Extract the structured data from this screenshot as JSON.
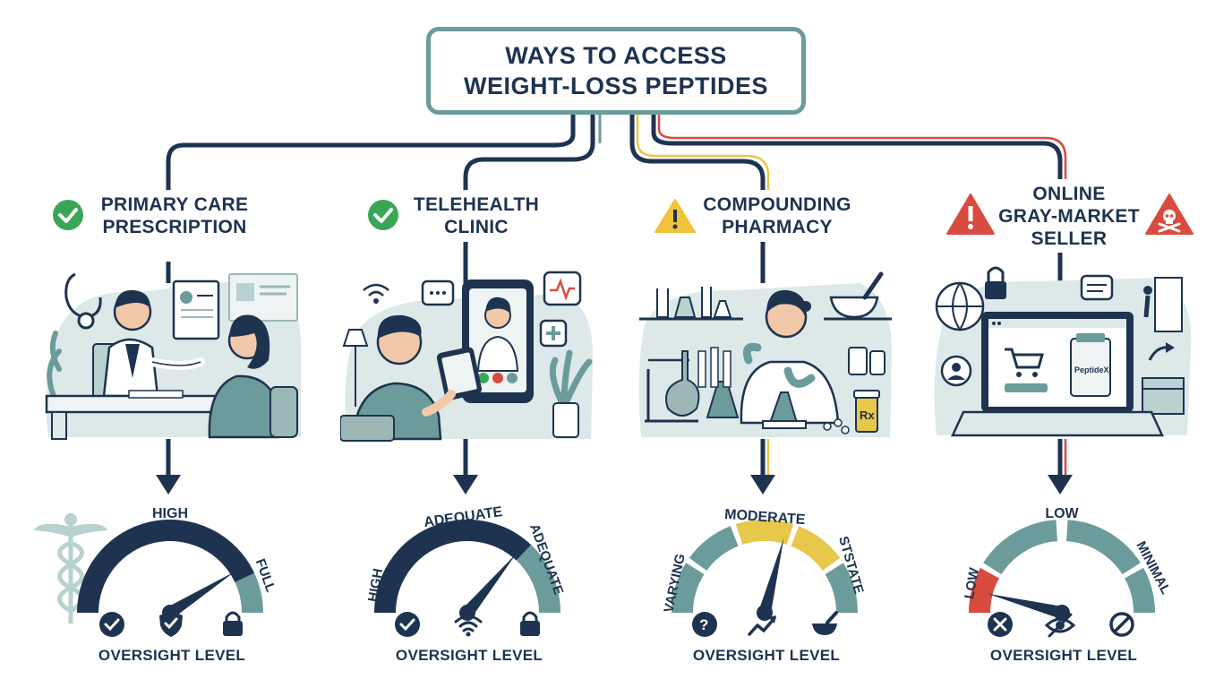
{
  "title": {
    "line1": "WAYS TO ACCESS",
    "line2": "WEIGHT-LOSS PEPTIDES"
  },
  "columns": [
    {
      "title_lines": [
        "PRIMARY CARE",
        "PRESCRIPTION"
      ],
      "status_icon": "check-circle-icon",
      "status_color": "#3aa655",
      "gauge": {
        "top_label": "HIGH",
        "right_label": "FULL",
        "level": 0.82,
        "color": "#1e3350"
      },
      "footer_icons": [
        "check-circle-icon",
        "shield-check-icon",
        "lock-icon"
      ],
      "footer": "OVERSIGHT LEVEL"
    },
    {
      "title_lines": [
        "TELEHEALTH",
        "CLINIC"
      ],
      "status_icon": "check-circle-icon",
      "status_color": "#3aa655",
      "gauge": {
        "top_label": "ADEQUATE",
        "left_label": "HIGH",
        "right_label": "ADEQUATE",
        "level": 0.72,
        "color": "#1e3350"
      },
      "footer_icons": [
        "check-circle-icon",
        "wifi-icon",
        "lock-icon"
      ],
      "footer": "OVERSIGHT LEVEL"
    },
    {
      "title_lines": [
        "COMPOUNDING",
        "PHARMACY"
      ],
      "status_icon": "warning-triangle-icon",
      "status_color": "#f0c33a",
      "gauge": {
        "top_label": "MODERATE",
        "left_label": "VARYING",
        "right_label": "STSTATE",
        "level": 0.58,
        "color": "#e8c84a"
      },
      "footer_icons": [
        "question-circle-icon",
        "trend-up-icon",
        "mortar-pestle-icon"
      ],
      "footer": "OVERSIGHT LEVEL"
    },
    {
      "title_lines": [
        "ONLINE",
        "GRAY-MARKET",
        "SELLER"
      ],
      "status_icon": "warning-triangle-icon",
      "status_color": "#d94a3f",
      "gauge": {
        "top_label": "LOW",
        "left_label": "LOW",
        "right_label": "MINIMAL",
        "level": 0.08,
        "color": "#d94a3f"
      },
      "footer_icons": [
        "x-circle-icon",
        "eye-off-icon",
        "prohibited-icon"
      ],
      "footer": "OVERSIGHT LEVEL"
    }
  ],
  "illustrations": {
    "computer_screen_label": "PeptideX",
    "rx_label": "Rx"
  },
  "colors": {
    "navy": "#1e3350",
    "teal": "#6b9c9b",
    "light_teal": "#dde9e8",
    "yellow": "#e8c84a",
    "red": "#d94a3f",
    "green": "#3aa655"
  }
}
